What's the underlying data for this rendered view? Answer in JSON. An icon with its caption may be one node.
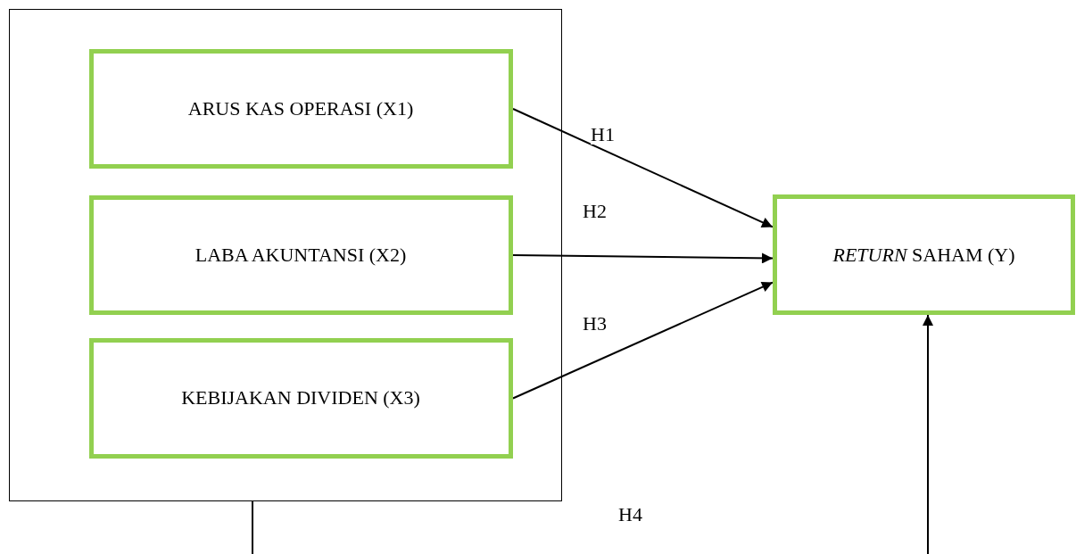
{
  "diagram": {
    "nodes": [
      {
        "text": [],
        "shape": "box"
      },
      {
        "text": [
          "ARUS KAS OPERASI (X1)"
        ],
        "in": 0
      },
      {
        "text": [
          "LABA AKUNTANSI (X2)"
        ],
        "in": 0
      },
      {
        "text": [
          "KEBIJAKAN DIVIDEN (X3)"
        ],
        "in": 0
      },
      {
        "text": [
          "*RETURN* SAHAM (Y)"
        ]
      }
    ],
    "edges": [
      {
        "from": 1,
        "to": 4,
        "arrow": "to",
        "label": "H1"
      },
      {
        "from": 2,
        "to": 4,
        "arrow": "to",
        "label": "H2"
      },
      {
        "from": 3,
        "to": 4,
        "arrow": "to",
        "label": "H3"
      },
      {
        "from": 0,
        "to": null,
        "arrow": "none"
      },
      {
        "from": null,
        "to": 4,
        "arrow": "to"
      }
    ],
    "labels": [
      "H4"
    ]
  }
}
